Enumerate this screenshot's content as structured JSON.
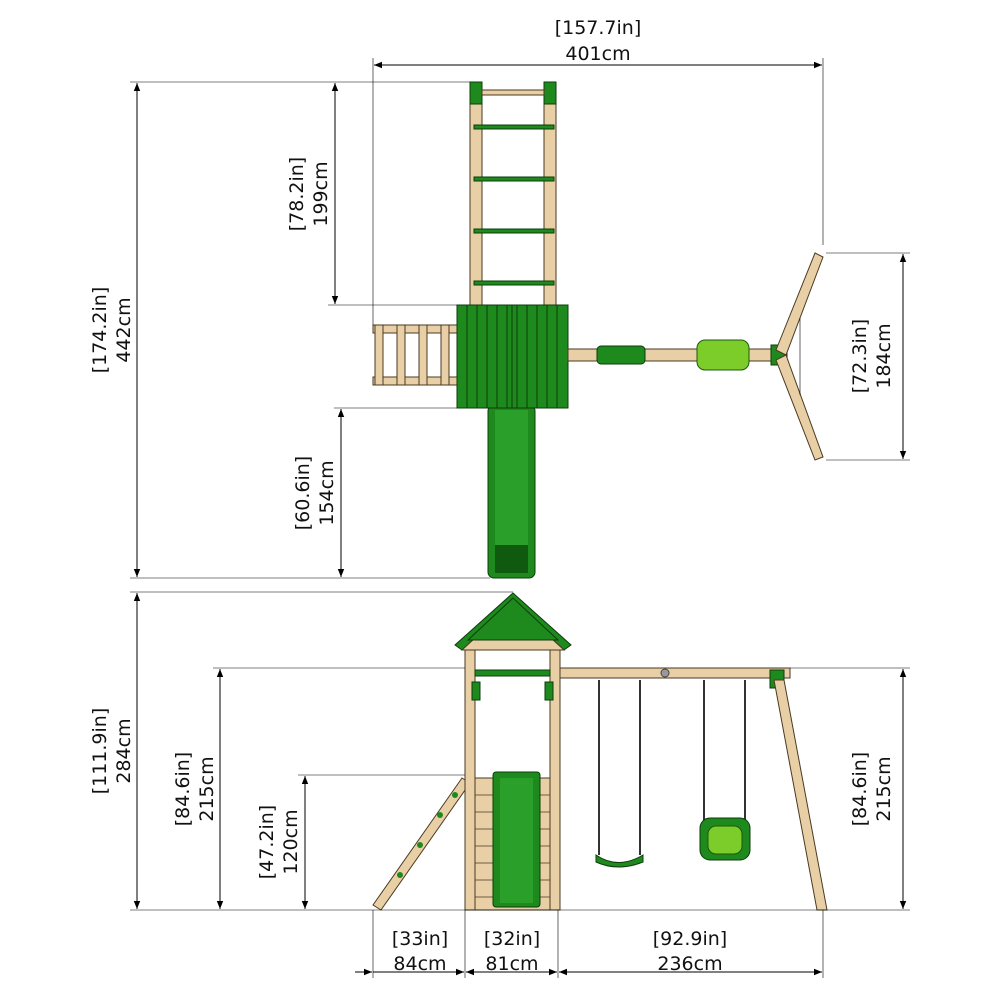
{
  "top_view": {
    "overall_width": {
      "in": "[157.7in]",
      "cm": "401cm"
    },
    "ladder_length": {
      "in": "[78.2in]",
      "cm": "199cm"
    },
    "overall_length": {
      "in": "[174.2in]",
      "cm": "442cm"
    },
    "a_frame_width": {
      "in": "[72.3in]",
      "cm": "184cm"
    },
    "slide_length": {
      "in": "[60.6in]",
      "cm": "154cm"
    }
  },
  "front_view": {
    "total_height": {
      "in": "[111.9in]",
      "cm": "284cm"
    },
    "beam_height_left": {
      "in": "[84.6in]",
      "cm": "215cm"
    },
    "deck_height": {
      "in": "[47.2in]",
      "cm": "120cm"
    },
    "beam_height_right": {
      "in": "[84.6in]",
      "cm": "215cm"
    },
    "climbing_wall_width": {
      "in": "[33in]",
      "cm": "84cm"
    },
    "tower_width": {
      "in": "[32in]",
      "cm": "81cm"
    },
    "swing_width": {
      "in": "[92.9in]",
      "cm": "236cm"
    }
  },
  "colors": {
    "wood": "#e8cfa6",
    "green": "#1e8a1e",
    "light_green": "#7ccc2a"
  }
}
